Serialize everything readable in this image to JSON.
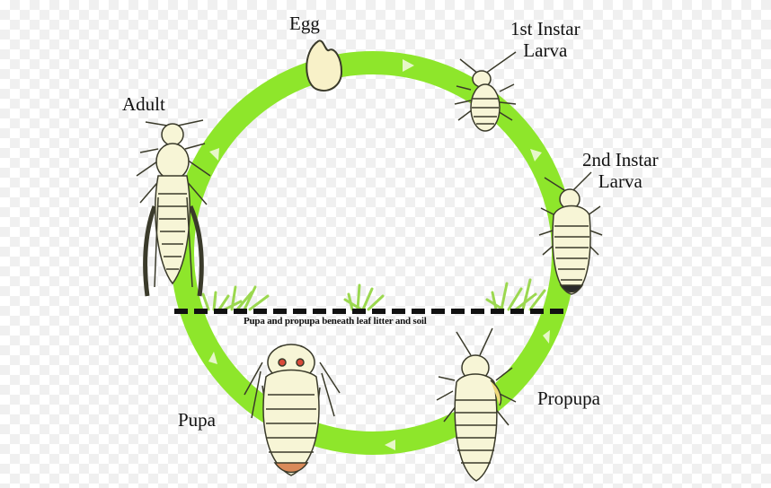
{
  "colors": {
    "ring": "#8ee62b",
    "arrow": "#e6f7c8",
    "grass": "#9bd84f",
    "divider": "#111111",
    "insect_body": "#f7f5d6",
    "insect_outline": "#3a3a2a"
  },
  "labels": {
    "egg": "Egg",
    "instar1_line1": "1st Instar",
    "instar1_line2": "Larva",
    "instar2_line1": "2nd Instar",
    "instar2_line2": "Larva",
    "adult": "Adult",
    "propupa": "Propupa",
    "pupa": "Pupa"
  },
  "divider_caption": "Pupa and propupa beneath leaf litter and soil",
  "icons": [
    "egg-icon",
    "first-instar-larva-icon",
    "second-instar-larva-icon",
    "propupa-icon",
    "pupa-icon",
    "adult-icon",
    "grass-icon"
  ]
}
